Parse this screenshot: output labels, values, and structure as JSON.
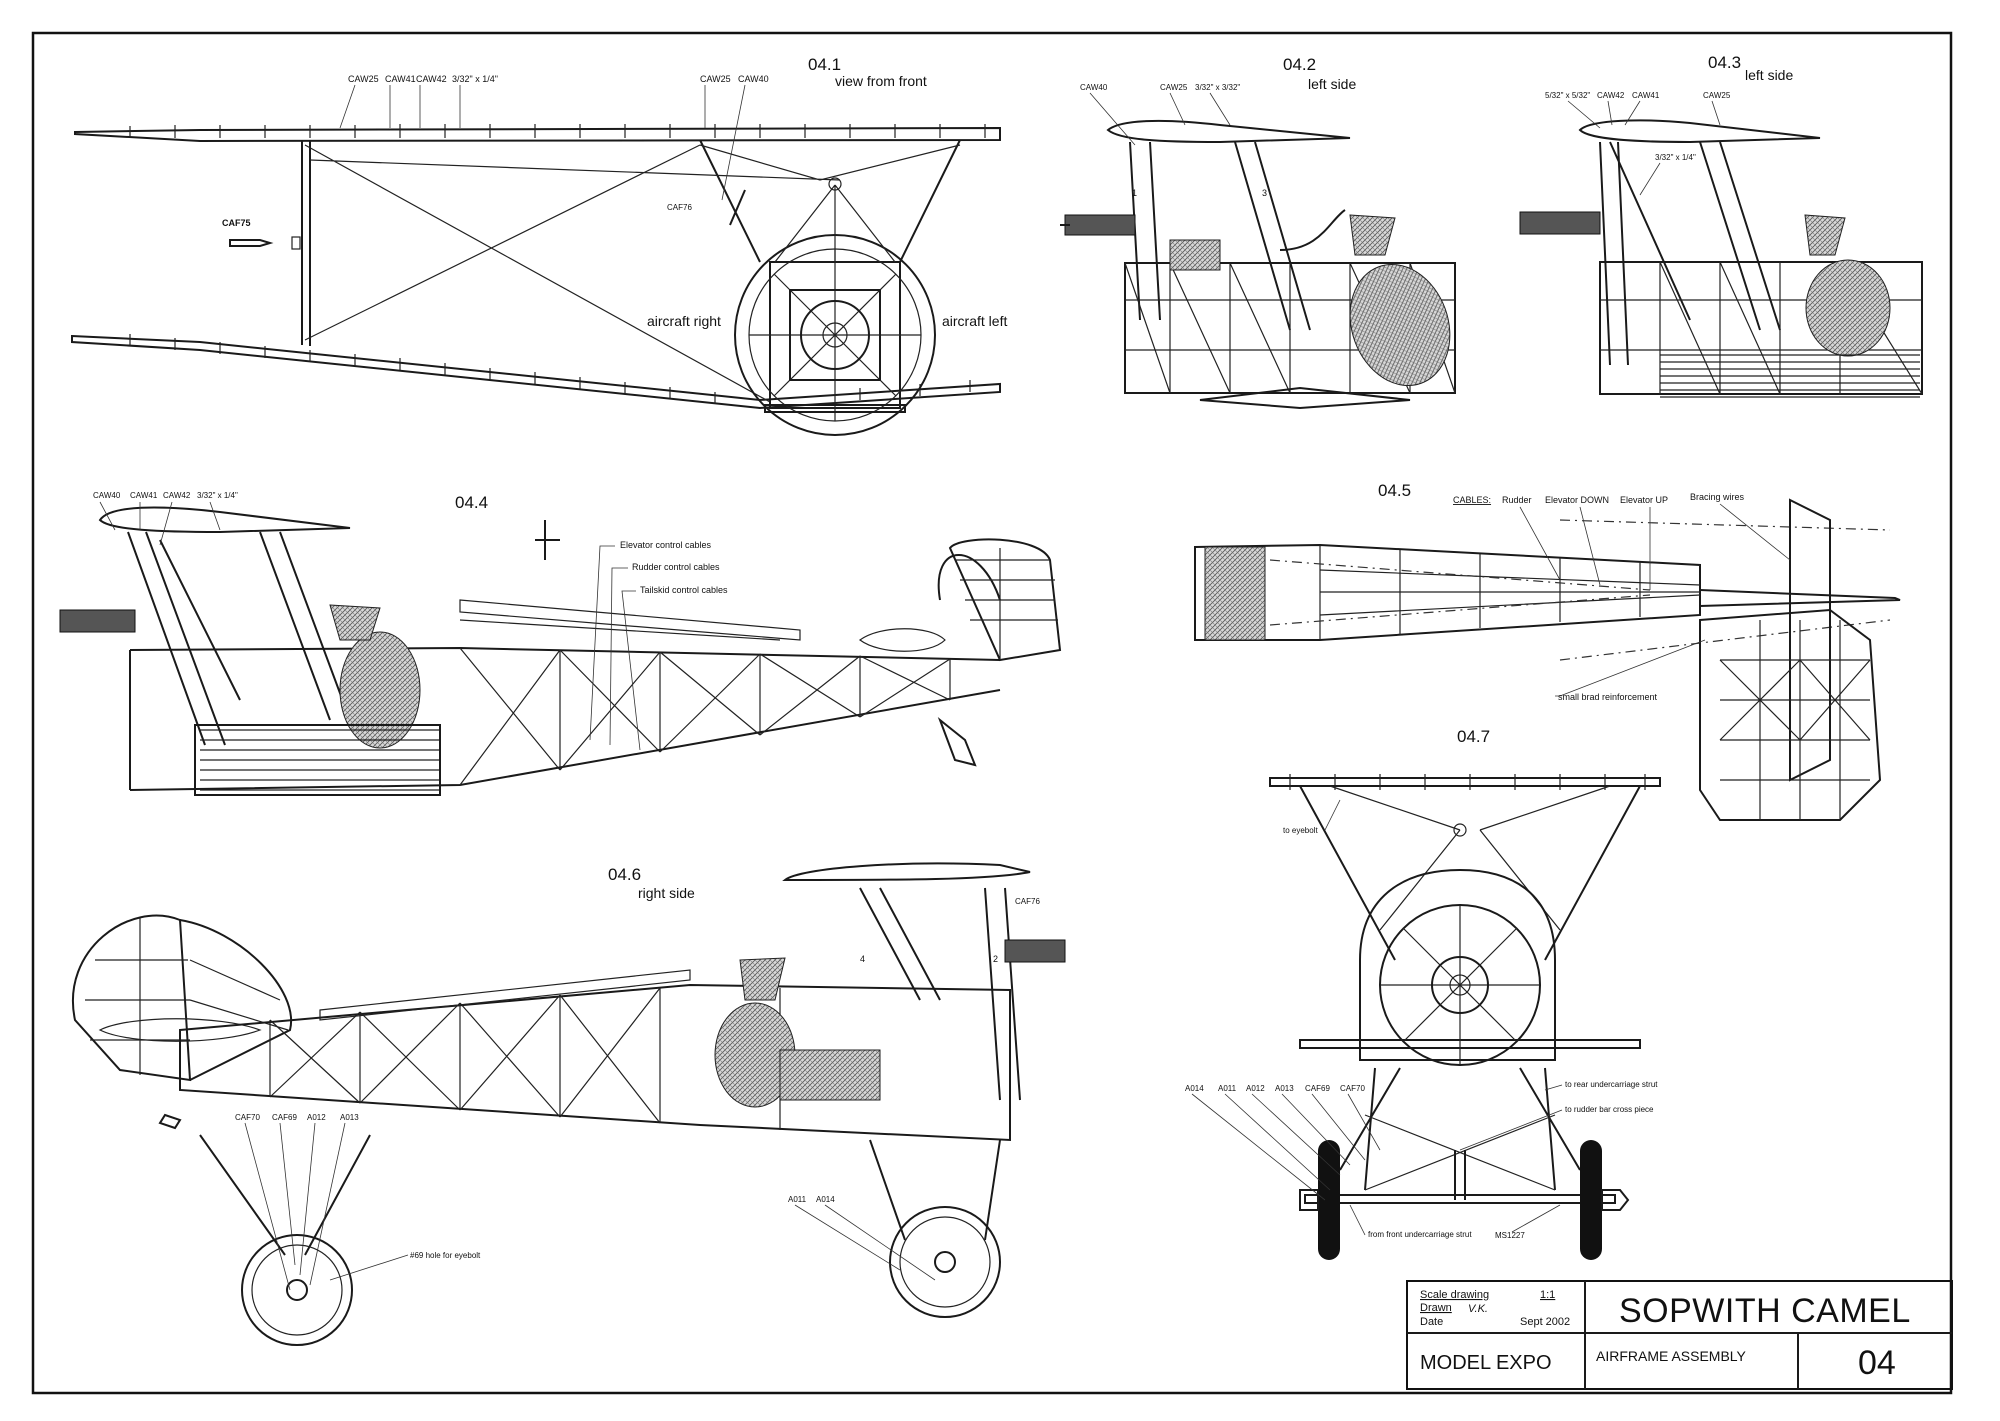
{
  "views": {
    "v041": {
      "id": "04.1",
      "caption": "view from front",
      "labels": [
        "CAW25",
        "CAW41",
        "CAW42",
        "3/32\" x 1/4\"",
        "CAW25",
        "CAW40",
        "CAF75",
        "CAF76"
      ],
      "right": "aircraft right",
      "left": "aircraft left"
    },
    "v042": {
      "id": "04.2",
      "caption": "left side",
      "labels": [
        "CAW40",
        "CAW25",
        "3/32\" x 3/32\""
      ],
      "nums": [
        "1",
        "3"
      ]
    },
    "v043": {
      "id": "04.3",
      "caption": "left side",
      "labels": [
        "5/32\" x 5/32\"",
        "CAW42",
        "CAW41",
        "CAW25",
        "3/32\" x 1/4\""
      ]
    },
    "v044": {
      "id": "04.4",
      "labels": [
        "CAW40",
        "CAW41",
        "CAW42",
        "3/32\" x 1/4\""
      ],
      "cables": [
        "Elevator control cables",
        "Rudder control cables",
        "Tailskid control cables"
      ]
    },
    "v045": {
      "id": "04.5",
      "cables_title": "CABLES:",
      "cables": [
        "Rudder",
        "Elevator DOWN",
        "Elevator UP",
        "Bracing wires"
      ],
      "note": "small brad reinforcement"
    },
    "v046": {
      "id": "04.6",
      "caption": "right side",
      "labels": [
        "CAF76",
        "CAF70",
        "CAF69",
        "A012",
        "A013",
        "A011",
        "A014"
      ],
      "nums": [
        "4",
        "2"
      ],
      "hole": "#69 hole for eyebolt"
    },
    "v047": {
      "id": "04.7",
      "labels": [
        "A014",
        "A011",
        "A012",
        "A013",
        "CAF69",
        "CAF70",
        "MS1227"
      ],
      "notes": [
        "to eyebolt",
        "to rear undercarriage strut",
        "to rudder bar cross piece",
        "from front undercarriage strut"
      ]
    }
  },
  "title_block": {
    "scale_label": "Scale drawing",
    "scale_value": "1:1",
    "drawn_label": "Drawn",
    "drawn_value": "V.K.",
    "date_label": "Date",
    "date_value": "Sept 2002",
    "title": "SOPWITH CAMEL",
    "company": "MODEL EXPO",
    "subtitle": "AIRFRAME ASSEMBLY",
    "sheet": "04"
  }
}
